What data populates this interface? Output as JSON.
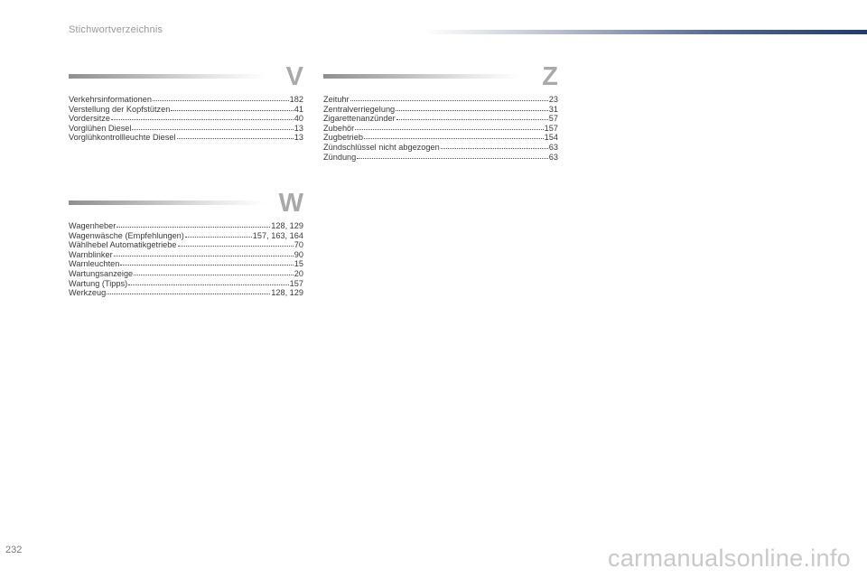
{
  "header": {
    "title": "Stichwortverzeichnis"
  },
  "sections": {
    "v": {
      "letter": "V",
      "entries": [
        {
          "term": "Verkehrsinformationen",
          "pages": "182"
        },
        {
          "term": "Verstellung der Kopfstützen",
          "pages": "41"
        },
        {
          "term": "Vordersitze",
          "pages": "40"
        },
        {
          "term": "Vorglühen Diesel",
          "pages": "13"
        },
        {
          "term": "Vorglühkontrollleuchte Diesel",
          "pages": "13"
        }
      ]
    },
    "w": {
      "letter": "W",
      "entries": [
        {
          "term": "Wagenheber",
          "pages": "128, 129"
        },
        {
          "term": "Wagenwäsche (Empfehlungen)",
          "pages": "157, 163, 164"
        },
        {
          "term": "Wählhebel Automatikgetriebe",
          "pages": "70"
        },
        {
          "term": "Warnblinker",
          "pages": "90"
        },
        {
          "term": "Warnleuchten",
          "pages": "15"
        },
        {
          "term": "Wartungsanzeige",
          "pages": "20"
        },
        {
          "term": "Wartung (Tipps)",
          "pages": "157"
        },
        {
          "term": "Werkzeug",
          "pages": "128, 129"
        }
      ]
    },
    "z": {
      "letter": "Z",
      "entries": [
        {
          "term": "Zeituhr",
          "pages": "23"
        },
        {
          "term": "Zentralverriegelung",
          "pages": "31"
        },
        {
          "term": "Zigarettenanzünder",
          "pages": "57"
        },
        {
          "term": "Zubehör",
          "pages": "157"
        },
        {
          "term": "Zugbetrieb",
          "pages": "154"
        },
        {
          "term": "Zündschlüssel nicht abgezogen",
          "pages": "63"
        },
        {
          "term": "Zündung",
          "pages": "63"
        }
      ]
    }
  },
  "footer": {
    "page_number": "232",
    "watermark": "carmanualsonline.info"
  }
}
